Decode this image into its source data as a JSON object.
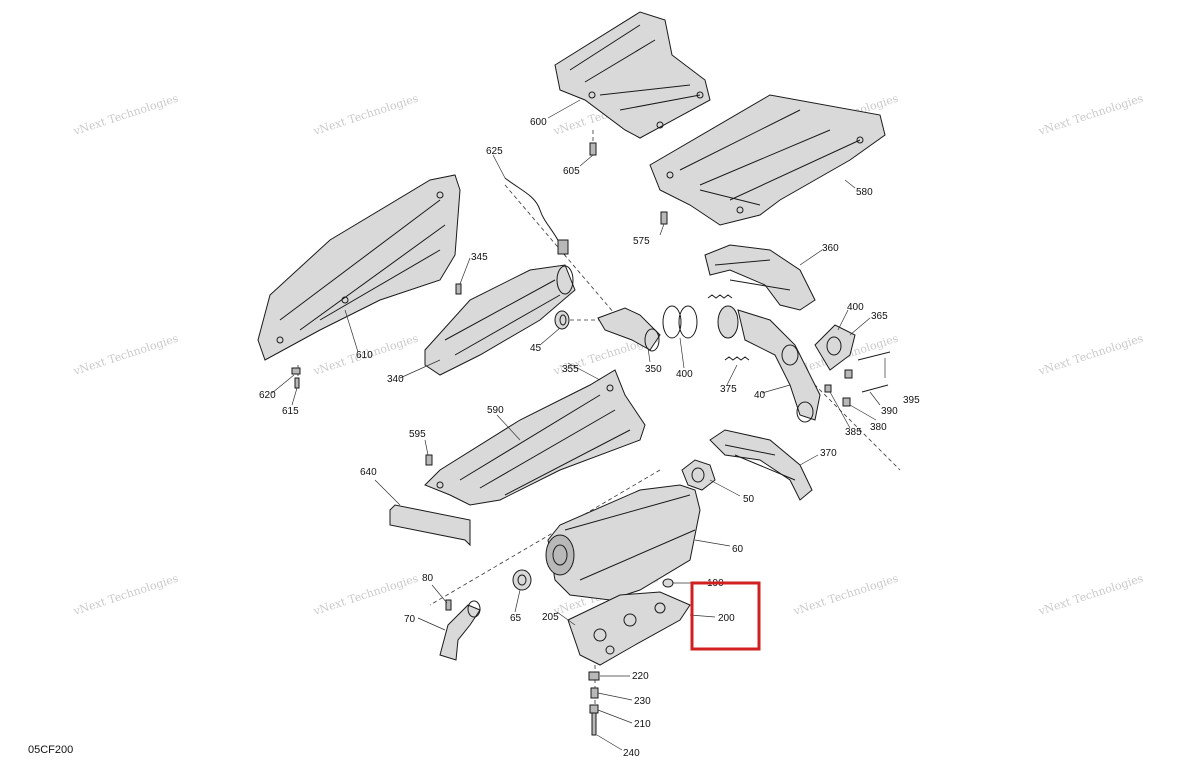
{
  "reference_code": "05CF200",
  "watermark": "vNext Technologies",
  "highlight_color": "#d21f1f",
  "callouts": [
    "600",
    "605",
    "580",
    "575",
    "625",
    "345",
    "360",
    "400",
    "365",
    "610",
    "620",
    "615",
    "340",
    "45",
    "355",
    "350",
    "400",
    "375",
    "40",
    "395",
    "390",
    "380",
    "385",
    "595",
    "590",
    "640",
    "370",
    "50",
    "60",
    "80",
    "190",
    "200",
    "70",
    "65",
    "205",
    "220",
    "230",
    "210",
    "240"
  ],
  "highlighted_callout": "200"
}
